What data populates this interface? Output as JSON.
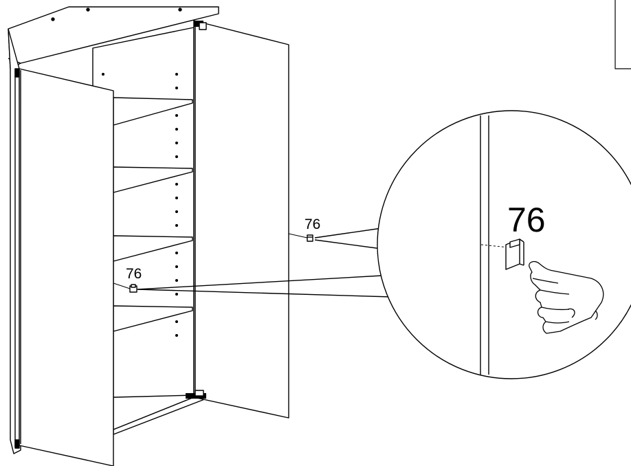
{
  "diagram": {
    "part_number": "76",
    "callouts": [
      {
        "label": "76"
      },
      {
        "label": "76"
      }
    ],
    "detail_label": "76",
    "line_color": "#000000",
    "fill_color": "#ffffff"
  }
}
